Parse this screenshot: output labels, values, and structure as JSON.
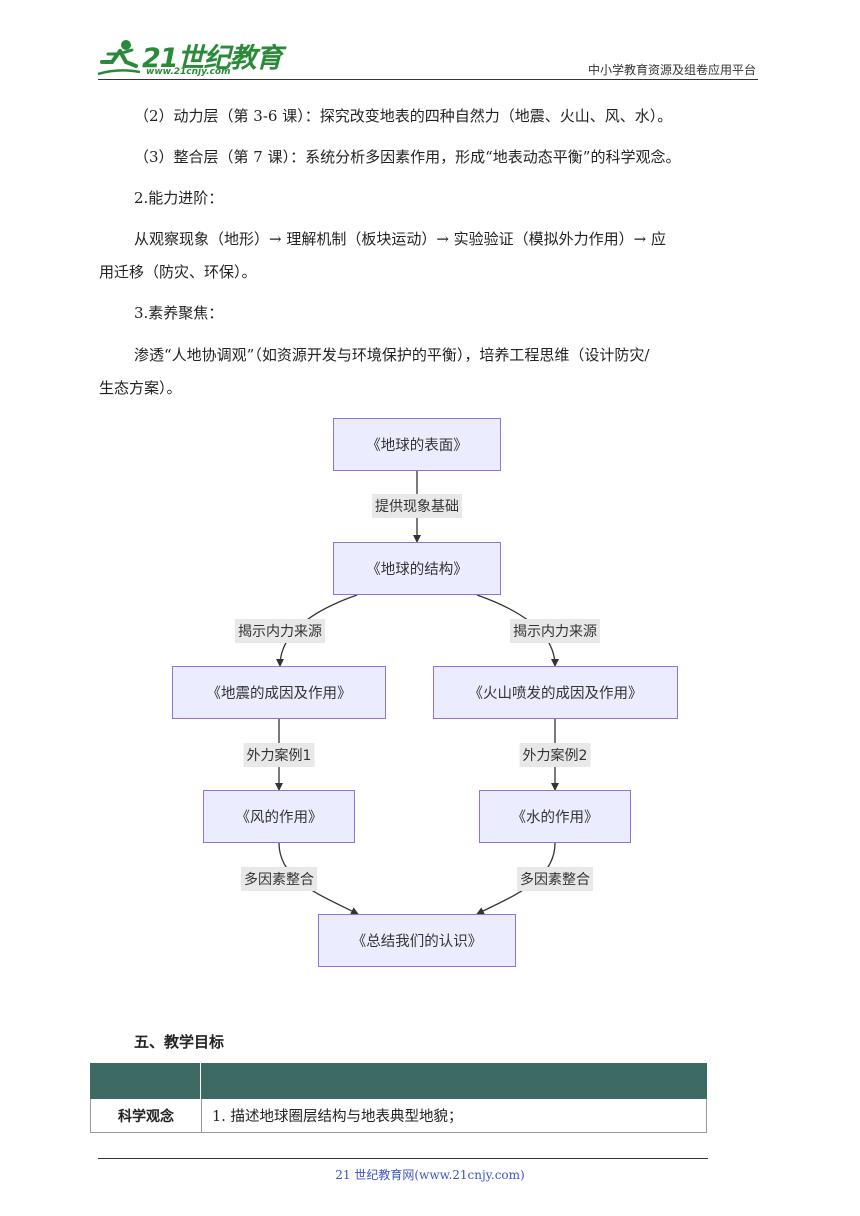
{
  "header": {
    "logo_text": "21世纪教育",
    "logo_url": "www.21cnjy.com",
    "right_text": "中小学教育资源及组卷应用平台"
  },
  "body": {
    "p1": "（2）动力层（第 3-6 课）：探究改变地表的四种自然力（地震、火山、风、水）。",
    "p2": "（3）整合层（第 7 课）：系统分析多因素作用，形成“地表动态平衡”的科学观念。",
    "p3": "2.能力进阶：",
    "p4a": "从观察现象（地形）→ 理解机制（板块运动）→ 实验验证（模拟外力作用）→ 应",
    "p4b": "用迁移（防灾、环保）。",
    "p5": "3.素养聚焦：",
    "p6a": "渗透“人地协调观”（如资源开发与环境保护的平衡），培养工程思维（设计防灾/",
    "p6b": "生态方案）。"
  },
  "flowchart": {
    "nodes": {
      "surface": "《地球的表面》",
      "structure": "《地球的结构》",
      "earthquake": "《地震的成因及作用》",
      "volcano": "《火山喷发的成因及作用》",
      "wind": "《风的作用》",
      "water": "《水的作用》",
      "summary": "《总结我们的认识》"
    },
    "edges": {
      "e1": "提供现象基础",
      "e2": "揭示内力来源",
      "e3": "揭示内力来源",
      "e4": "外力案例1",
      "e5": "外力案例2",
      "e6": "多因素整合",
      "e7": "多因素整合"
    }
  },
  "section": {
    "title": "五、教学目标"
  },
  "table": {
    "row1_label": "科学观念",
    "row1_content": "1.  描述地球圈层结构与地表典型地貌；"
  },
  "footer": {
    "text": "21 世纪教育网(www.21cnjy.com)"
  },
  "colors": {
    "node_fill": "#ececff",
    "node_border": "#9370db",
    "table_header": "#3d6b63",
    "logo_green": "#2a8a3a",
    "footer_link": "#3b56c8"
  }
}
